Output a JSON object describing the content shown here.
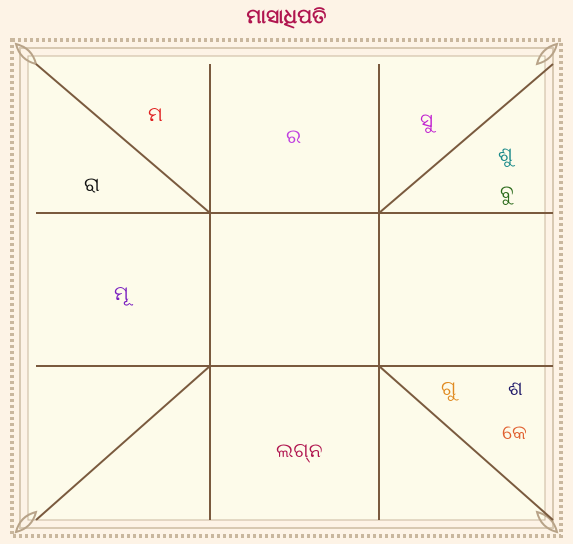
{
  "title": "ମାସାଧିପତି",
  "colors": {
    "title": "#b0154f",
    "line": "#7a5a3e",
    "frame": "#c9b79e",
    "panel": "#fdfbea"
  },
  "houses": {
    "h12_ma": {
      "text": "ମ",
      "color": "#e02020"
    },
    "h12_ra": {
      "text": "ରା",
      "color": "#111111"
    },
    "h1_ra": {
      "text": "ର",
      "color": "#c040e0"
    },
    "h2_su": {
      "text": "ସୁ",
      "color": "#c020d0"
    },
    "h2_shu": {
      "text": "ଶୁ",
      "color": "#1a8a8a"
    },
    "h2_bu": {
      "text": "ବୁ",
      "color": "#2a6a1a"
    },
    "h11_mu": {
      "text": "ମୂ",
      "color": "#7a20c0"
    },
    "h7_lagna": {
      "text": "ଲଗ୍ନ",
      "color": "#b0154f"
    },
    "h5_gu": {
      "text": "ଗୁ",
      "color": "#e08a20"
    },
    "h5_sha": {
      "text": "ଶ",
      "color": "#201a6a"
    },
    "h5_ke": {
      "text": "କେ",
      "color": "#e06030"
    }
  }
}
